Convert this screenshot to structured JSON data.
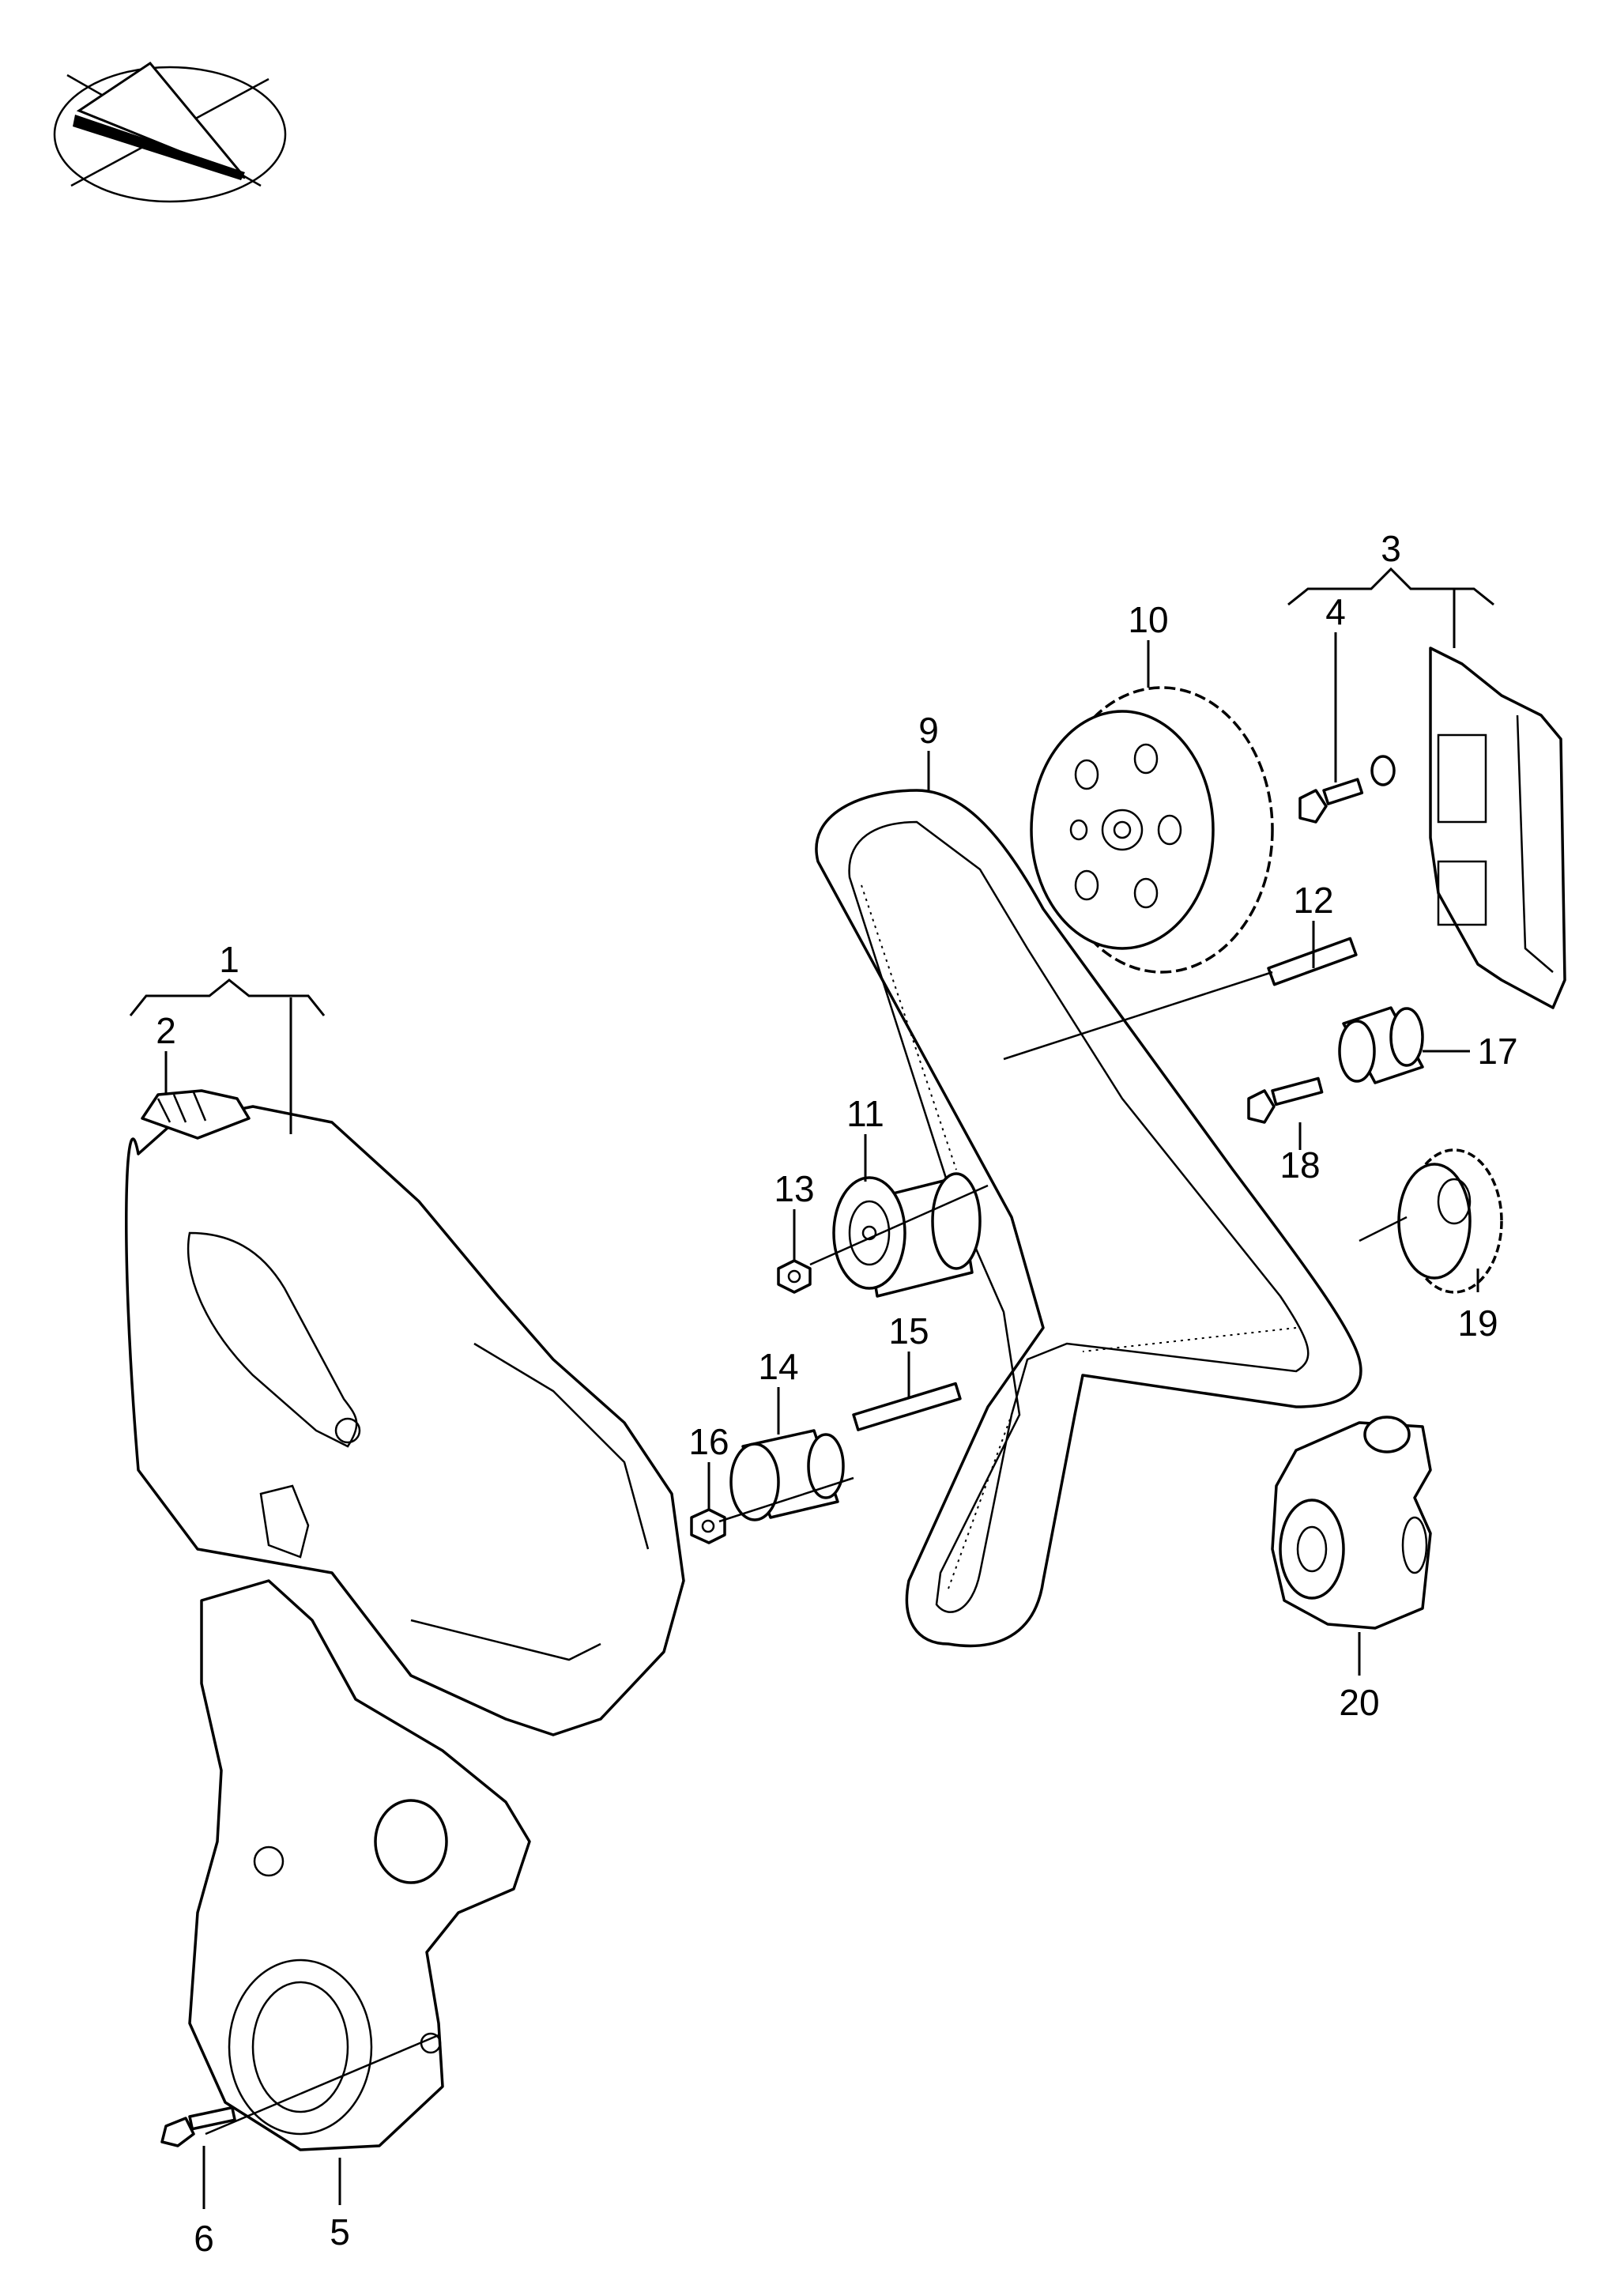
{
  "callouts": {
    "c1": "1",
    "c2": "2",
    "c3": "3",
    "c4": "4",
    "c5": "5",
    "c6": "6",
    "c9": "9",
    "c10": "10",
    "c11": "11",
    "c12": "12",
    "c13": "13",
    "c14": "14",
    "c15": "15",
    "c16": "16",
    "c17": "17",
    "c18": "18",
    "c19": "19",
    "c20": "20"
  },
  "icons": {
    "orientation": "orientation-arrow-icon"
  },
  "colors": {
    "ink": "#000000",
    "paper": "#ffffff"
  }
}
